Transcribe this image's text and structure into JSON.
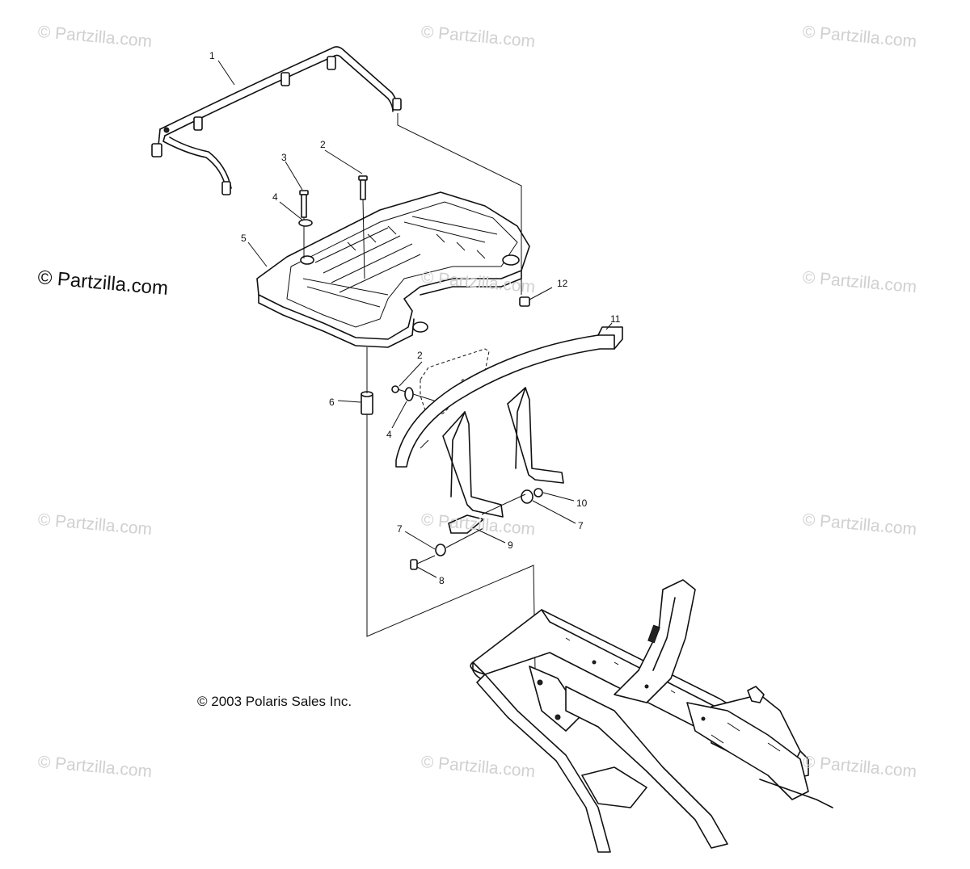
{
  "watermarks": {
    "small_text": "© Partzilla.com",
    "main_text": "© Partzilla.com"
  },
  "copyright": "© 2003 Polaris Sales Inc.",
  "callouts": [
    "1",
    "2",
    "3",
    "4",
    "5",
    "12",
    "2",
    "11",
    "6",
    "4",
    "10",
    "7",
    "7",
    "9",
    "8"
  ],
  "colors": {
    "ink": "#111111",
    "watermark": "#d0d0d0",
    "background": "#ffffff"
  }
}
